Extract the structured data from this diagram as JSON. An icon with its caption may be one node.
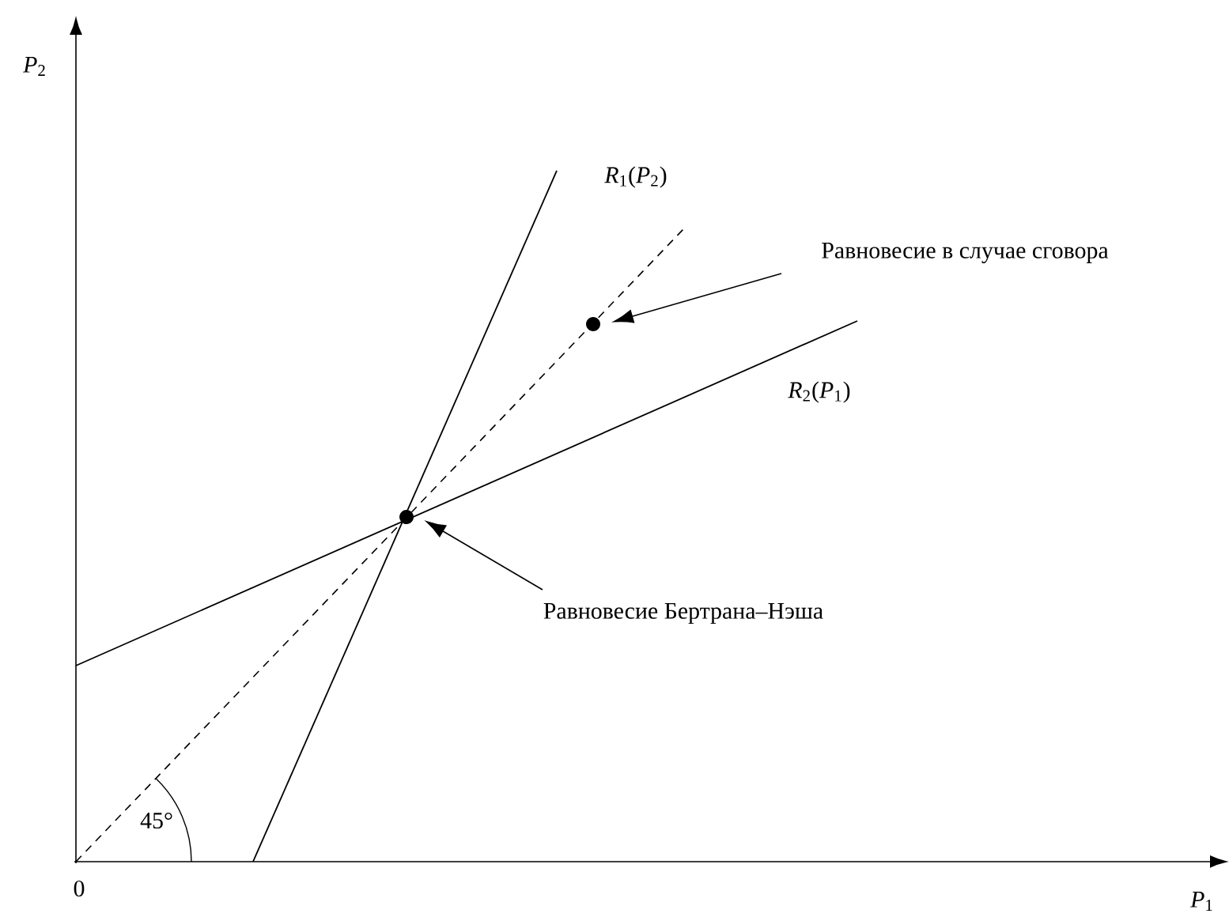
{
  "diagram": {
    "nodes": [
      {
        "text": [
          "Равновесие в случае сговора"
        ]
      },
      {
        "text": [],
        "shape": "circle"
      },
      {
        "text": [
          "Равновесие Бертрана–Нэша"
        ]
      },
      {
        "text": [],
        "shape": "circle"
      }
    ],
    "edges": [
      {
        "from": 0,
        "to": 1,
        "arrow": "to"
      },
      {
        "from": 2,
        "to": 3,
        "arrow": "to"
      }
    ],
    "labels": [
      "*P*$_{2}$",
      "*R*$_{1}$(*P*$_{2}$)",
      "*R*$_{2}$(*P*$_{1}$)",
      "45°",
      "0",
      "*P*$_{1}$"
    ]
  }
}
